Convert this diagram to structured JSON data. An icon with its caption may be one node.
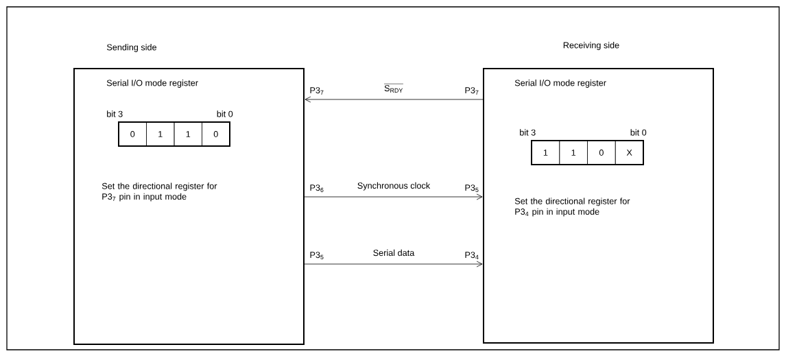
{
  "diagram": {
    "nodes": [
      {
        "text": [
          "Sending side",
          "Serial I/O mode register",
          "Set the directional register for P3$_{7}$ pin in input mode"
        ]
      },
      {
        "text": [
          "0",
          "1",
          "1",
          "0"
        ],
        "in": 0,
        "beside": [
          "bit 3",
          "bit 0"
        ]
      },
      {
        "text": [
          "Receiving side",
          "Serial I/O mode register",
          "Set the directional register for P3$_{4}$ pin in input mode"
        ]
      },
      {
        "text": [
          "1",
          "1",
          "0",
          "X"
        ],
        "in": 2,
        "beside": [
          "bit 3",
          "bit 0"
        ]
      }
    ],
    "edges": [
      {
        "from": 2,
        "to": 0,
        "arrow": "to",
        "label": "S$_{RDY}$"
      },
      {
        "from": 0,
        "to": 2,
        "arrow": "to",
        "label": "Synchronous clock"
      },
      {
        "from": 0,
        "to": 2,
        "arrow": "to",
        "label": "Serial data"
      }
    ],
    "labels": [
      "P3$_{7}$",
      "P3$_{7}$",
      "P3$_{6}$",
      "P3$_{5}$",
      "P3$_{5}$",
      "P3$_{4}$"
    ]
  }
}
